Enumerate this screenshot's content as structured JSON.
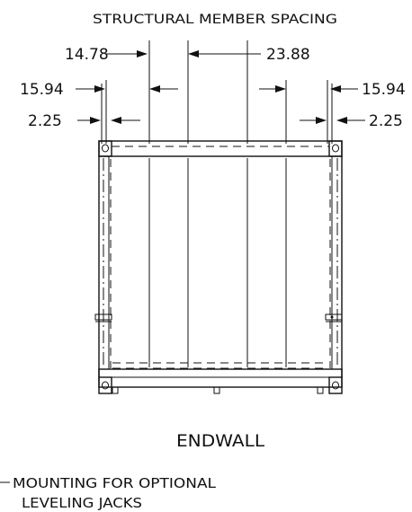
{
  "title": "STRUCTURAL MEMBER SPACING",
  "dimensions": {
    "top_left": "14.78",
    "top_right": "23.88",
    "mid_left": "15.94",
    "mid_right": "15.94",
    "low_left": "2.25",
    "low_right": "2.25"
  },
  "view_label": "ENDWALL",
  "note": {
    "line1": "MOUNTING FOR OPTIONAL",
    "line2": "LEVELING JACKS"
  }
}
